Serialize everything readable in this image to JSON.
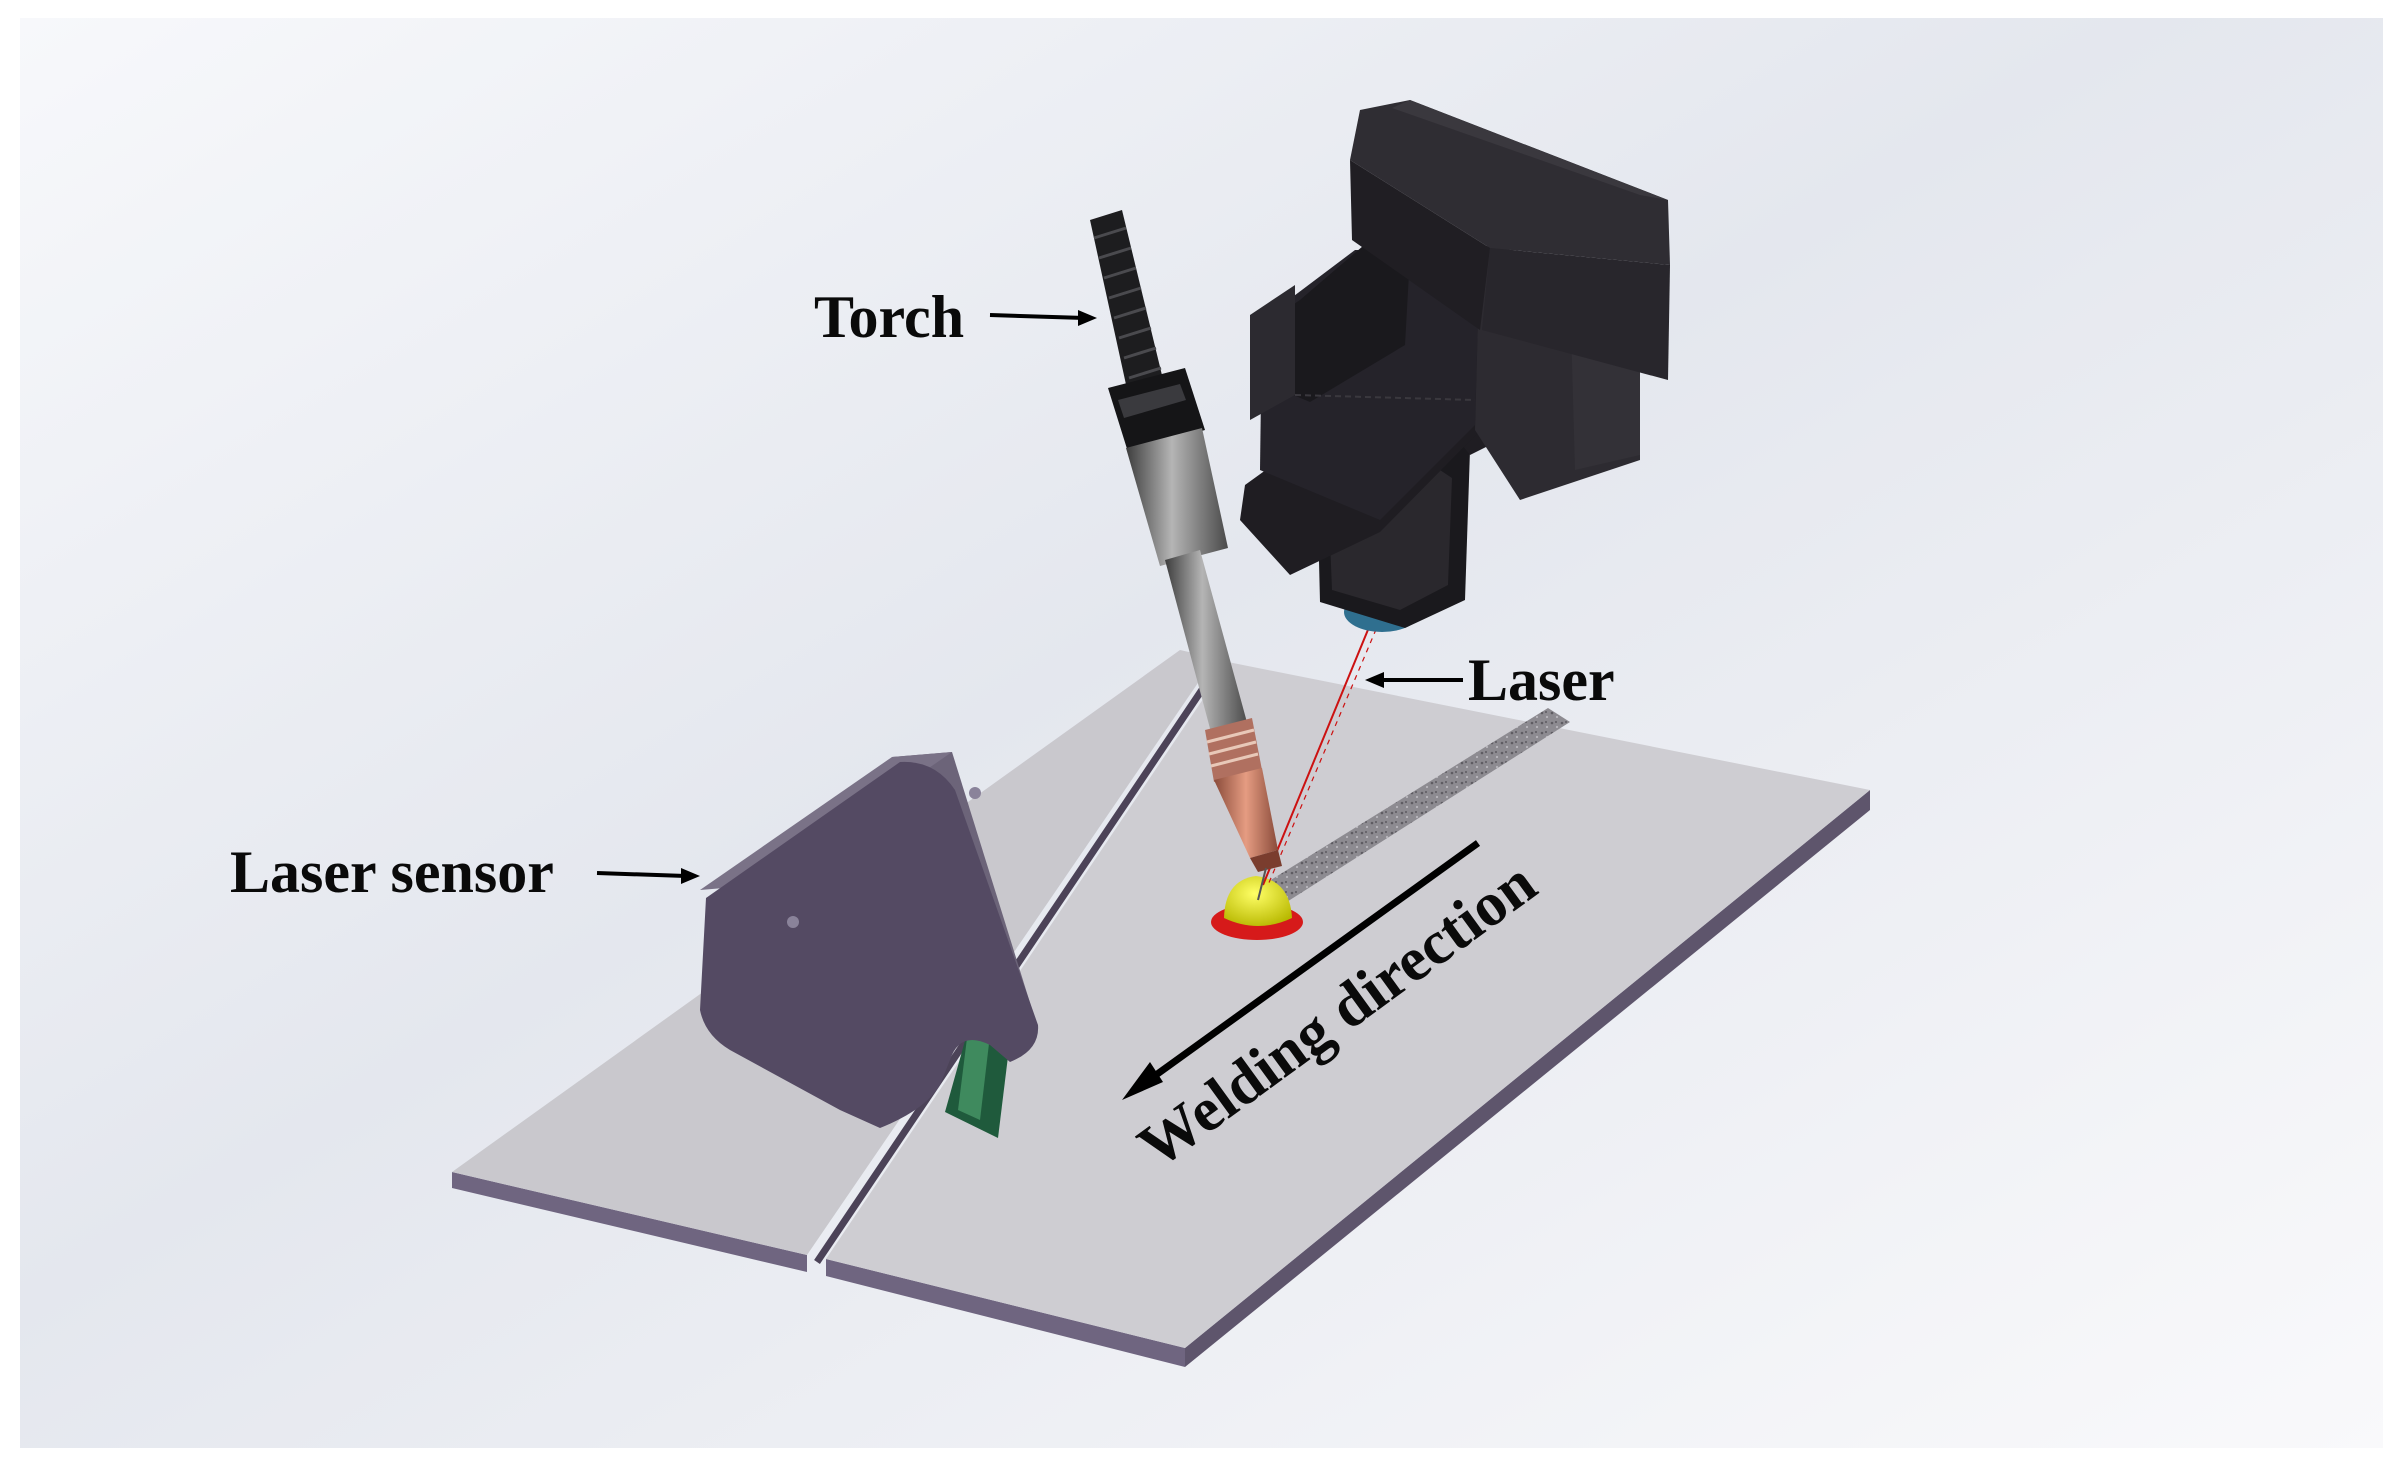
{
  "labels": {
    "torch": "Torch",
    "laser": "Laser",
    "laser_sensor": "Laser sensor",
    "welding_direction": "Welding direction"
  },
  "colors": {
    "plate_top": "#c9c8cd",
    "plate_edge": "#6f6580",
    "sensor_body": "#544a63",
    "laser_head": "#26242a",
    "molten_pool": "#e8e800",
    "pool_rim": "#d61a1a",
    "laser_beam": "#cc1111",
    "nozzle_copper": "#d4826a",
    "sensor_tip": "#1f5a3c"
  },
  "icons": {
    "arrow": "arrow-icon"
  }
}
